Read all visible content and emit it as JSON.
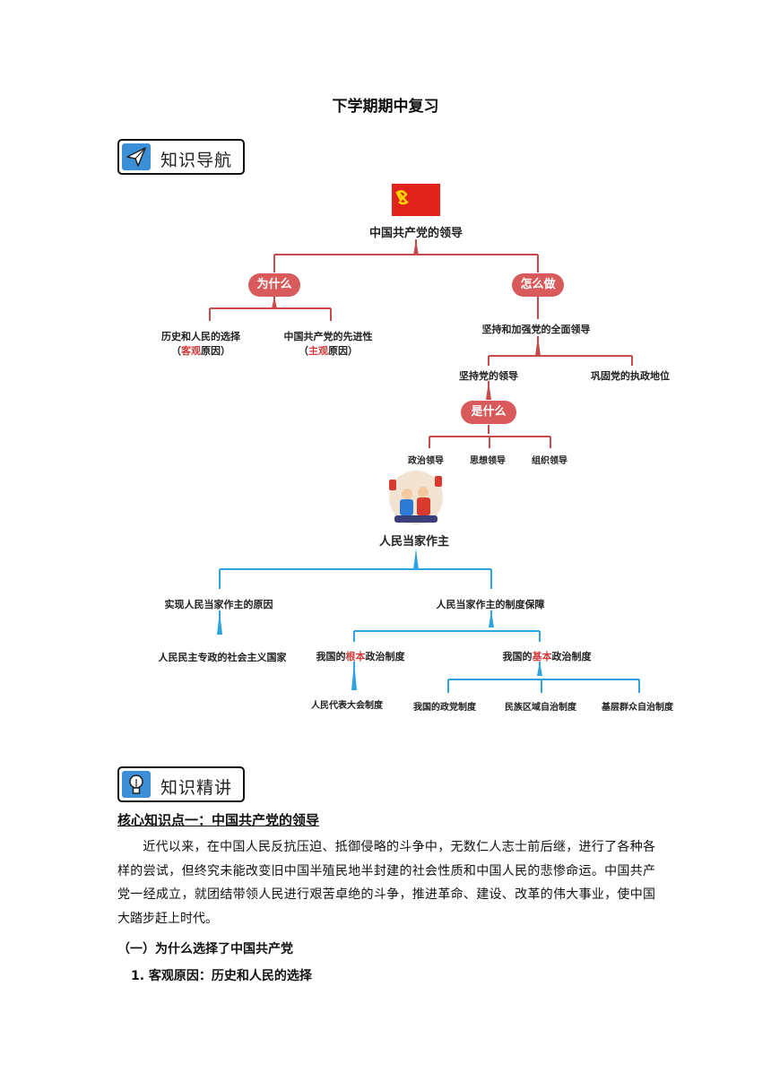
{
  "doc": {
    "title": "下学期期中复习",
    "badge1": "知识导航",
    "badge2": "知识精讲"
  },
  "map1": {
    "root": "中国共产党的领导",
    "why": "为什么",
    "how": "怎么做",
    "why_a": "历史和人民的选择",
    "why_a_note_pre": "（",
    "why_a_note_red": "客观",
    "why_a_note_post": "原因）",
    "why_b": "中国共产党的先进性",
    "why_b_note_pre": "（",
    "why_b_note_red": "主观",
    "why_b_note_post": "原因）",
    "how_a": "坚持和加强党的全面领导",
    "how_a1": "坚持党的领导",
    "how_a2": "巩固党的执政地位",
    "what": "是什么",
    "what_1": "政治领导",
    "what_2": "思想领导",
    "what_3": "组织领导"
  },
  "map2": {
    "root": "人民当家作主",
    "reason": "实现人民当家作主的原因",
    "reason_a": "人民民主专政的社会主义国家",
    "guarantee": "人民当家作主的制度保障",
    "root_sys_pre": "我国的",
    "root_sys_red": "根本",
    "root_sys_post": "政治制度",
    "basic_sys_pre": "我国的",
    "basic_sys_red": "基本",
    "basic_sys_post": "政治制度",
    "npc": "人民代表大会制度",
    "party": "我国的政党制度",
    "ethnic": "民族区域自治制度",
    "grassroots": "基层群众自治制度"
  },
  "content": {
    "heading": "核心知识点一：中国共产党的领导",
    "para": "近代以来，在中国人民反抗压迫、抵御侵略的斗争中，无数仁人志士前后继，进行了各种各样的尝试，但终究未能改变旧中国半殖民地半封建的社会性质和中国人民的悲惨命运。中国共产党一经成立，就团结带领人民进行艰苦卓绝的斗争，推进革命、建设、改革的伟大事业，使中国大踏步赶上时代。",
    "sub1": "（一）为什么选择了中国共产党",
    "sub2": "1. 客观原因：历史和人民的选择"
  },
  "colors": {
    "red_map": "#c94a4a",
    "blue_map": "#2ea3e0",
    "pill": "#d85a5a"
  }
}
